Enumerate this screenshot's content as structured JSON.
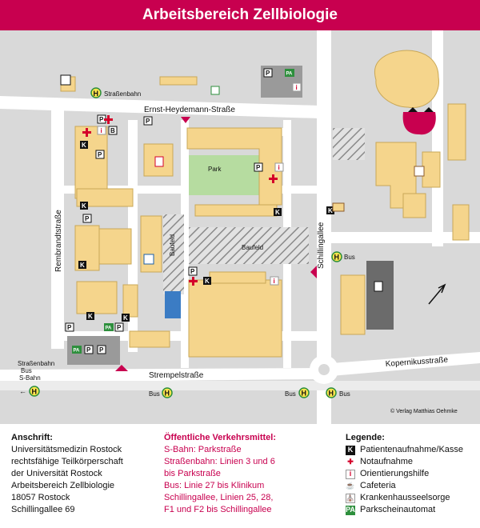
{
  "title": "Arbeitsbereich Zellbiologie",
  "map": {
    "streets": {
      "ernst_heydemann": "Ernst-Heydemann-Straße",
      "rembrandt": "Rembrandtstraße",
      "schillingallee": "Schillingallee",
      "strempel": "Strempelstraße",
      "kopernikus": "Kopernikusstraße",
      "baufeld_vertical": "Baufeld",
      "baufeld_horizontal": "Baufeld",
      "park": "Park"
    },
    "transit": {
      "top_left_tram": "Straßenbahn",
      "left_stop_tram": "Straßenbahn",
      "left_stop_bus": "Bus",
      "left_stop_sbahn": "S-Bahn",
      "bus_center": "Bus",
      "bus_right_a": "Bus",
      "bus_right_b": "Bus",
      "bus_schilling": "Bus",
      "stop_letter": "H"
    },
    "markers": {
      "k": "K",
      "p": "P",
      "i": "i",
      "b": "B",
      "pa": "PA"
    },
    "copyright": "© Verlag Matthias Oehmke",
    "colors": {
      "building": "#f5d58c",
      "building_stroke": "#c9a857",
      "road": "#ffffff",
      "ground": "#d9d9d9",
      "park": "#b6dca0",
      "water": "#3b7cc4",
      "dark_building": "#6b6b6b",
      "target": "#c8004f",
      "stop_yellow": "#ffe54d",
      "stop_green": "#2d8f3c",
      "brand": "#c8004f"
    }
  },
  "address": {
    "heading": "Anschrift:",
    "lines": [
      "Universitätsmedizin Rostock",
      "rechtsfähige Teilkörperschaft",
      "der Universität Rostock",
      "Arbeitsbereich Zellbiologie",
      "18057 Rostock",
      "Schillingallee 69"
    ]
  },
  "transport": {
    "heading": "Öffentliche Verkehrsmittel:",
    "lines": [
      "S-Bahn: Parkstraße",
      "Straßenbahn: Linien 3 und 6",
      "bis Parkstraße",
      "Bus: Linie 27 bis Klinikum",
      "Schillingallee, Linien 25, 28,",
      "F1 und F2 bis Schillingallee"
    ]
  },
  "legend": {
    "heading": "Legende:",
    "items": [
      {
        "icon": "k-icon",
        "symbol": "K",
        "label": "Patientenaufnahme/Kasse"
      },
      {
        "icon": "emergency-cross-icon",
        "symbol": "✚",
        "label": "Notaufnahme"
      },
      {
        "icon": "info-icon",
        "symbol": "i",
        "label": "Orientierungshilfe"
      },
      {
        "icon": "cafeteria-icon",
        "symbol": "☕",
        "label": "Cafeteria"
      },
      {
        "icon": "chapel-icon",
        "symbol": "⛪",
        "label": "Krankenhausseelsorge"
      },
      {
        "icon": "parking-machine-icon",
        "symbol": "PA",
        "label": "Parkscheinautomat"
      }
    ]
  }
}
